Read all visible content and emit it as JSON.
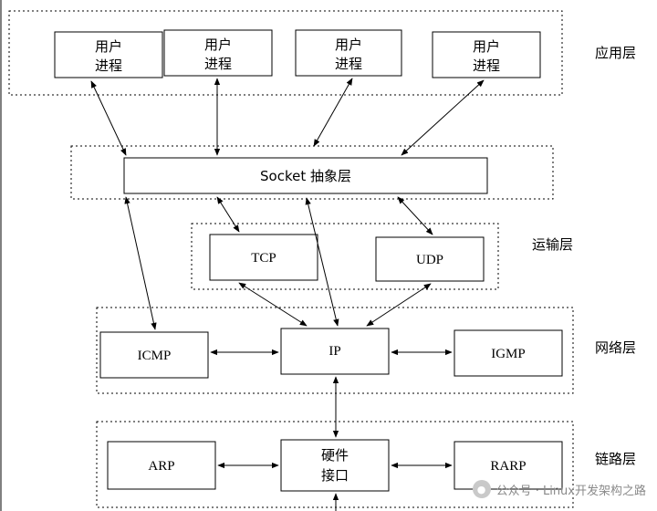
{
  "layers": {
    "application": "应用层",
    "transport": "运输层",
    "network": "网络层",
    "link": "链路层"
  },
  "nodes": {
    "user_process_line1": "用户",
    "user_process_line2": "进程",
    "socket": "Socket 抽象层",
    "tcp": "TCP",
    "udp": "UDP",
    "icmp": "ICMP",
    "ip": "IP",
    "igmp": "IGMP",
    "arp": "ARP",
    "hw_line1": "硬件",
    "hw_line2": "接口",
    "rarp": "RARP"
  },
  "watermark": {
    "icon": "wechat-icon",
    "text": "公众号 · Linux开发架构之路"
  }
}
